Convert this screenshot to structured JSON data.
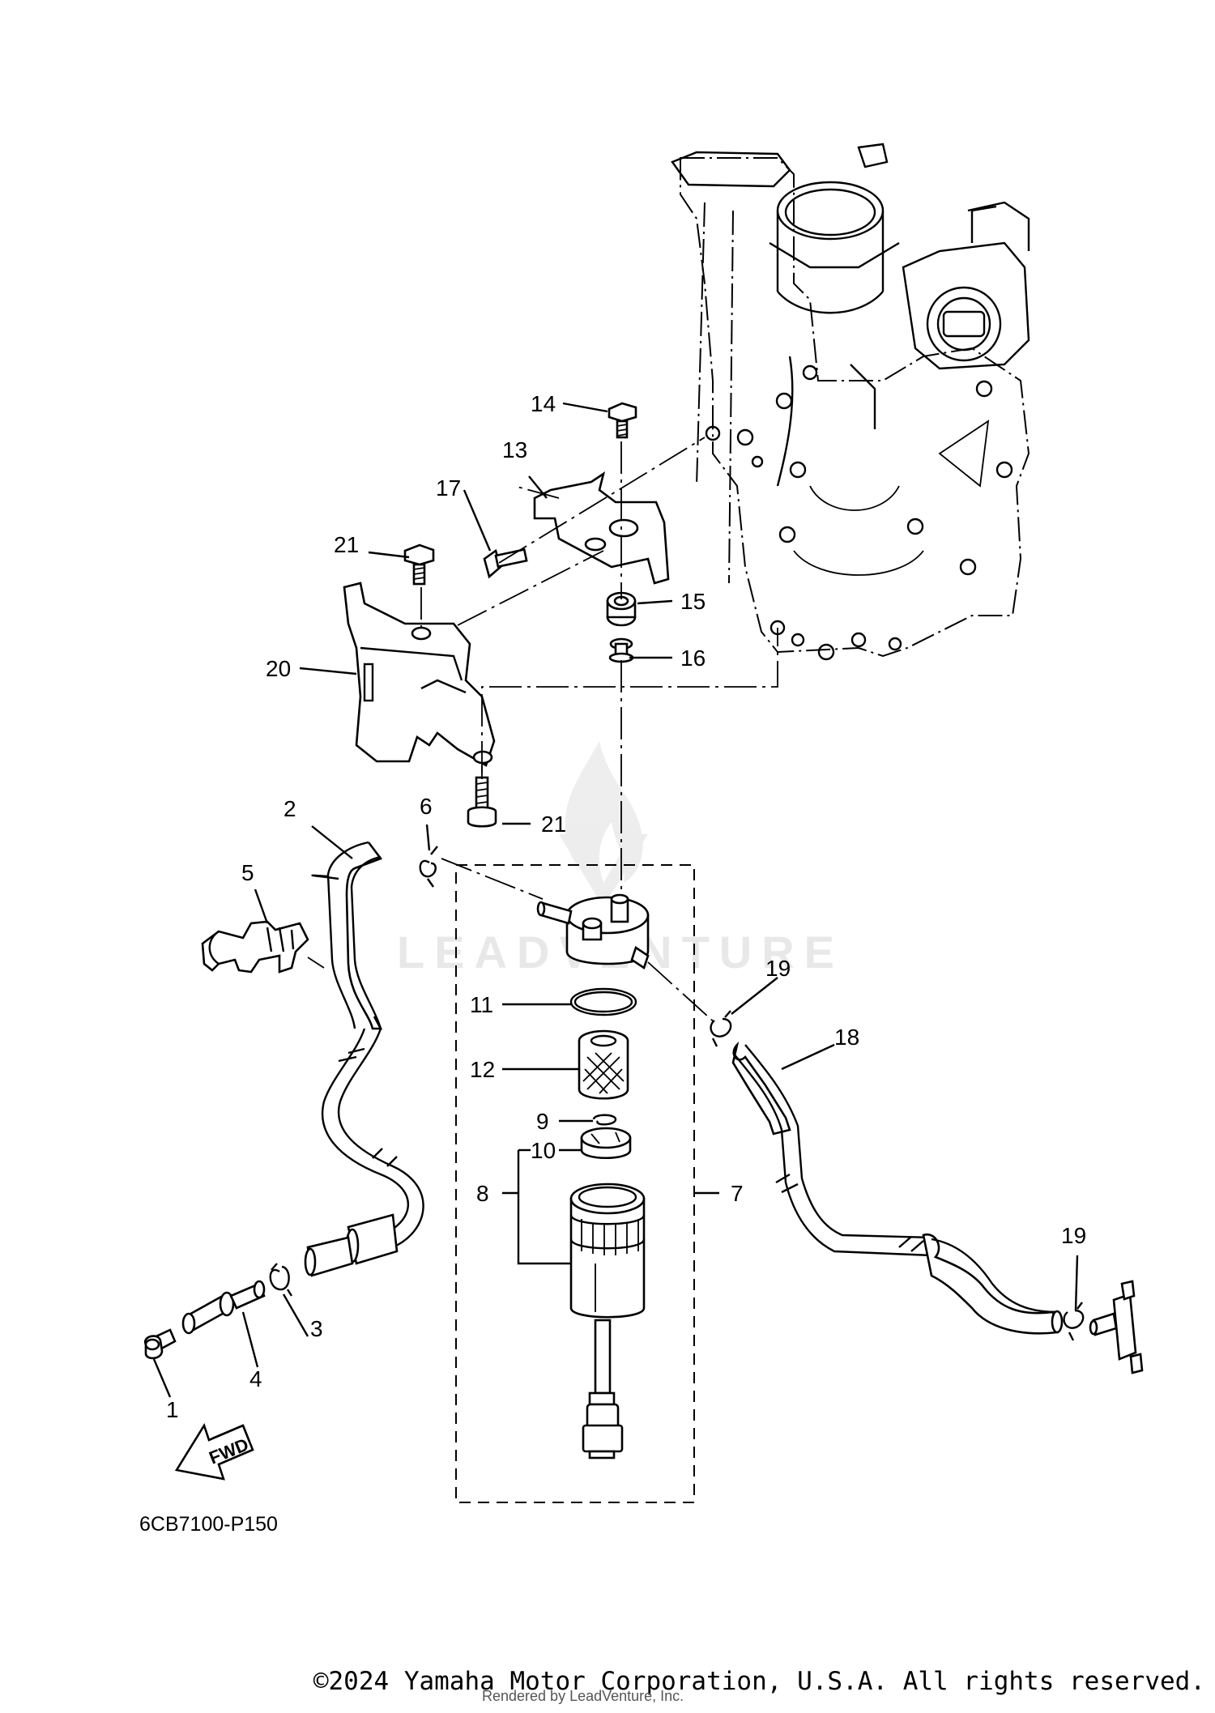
{
  "diagram": {
    "drawing_code": "6CB7100-P150",
    "fwd_label": "FWD",
    "watermark": "LEADVENTURE",
    "callouts": [
      "1",
      "2",
      "3",
      "4",
      "5",
      "6",
      "7",
      "8",
      "9",
      "10",
      "11",
      "12",
      "13",
      "14",
      "15",
      "16",
      "17",
      "18",
      "19",
      "19",
      "20",
      "21",
      "21"
    ]
  },
  "footer": {
    "copyright": "©2024 Yamaha Motor Corporation, U.S.A. All rights reserved.",
    "rendered_by": "Rendered by LeadVenture, Inc."
  }
}
